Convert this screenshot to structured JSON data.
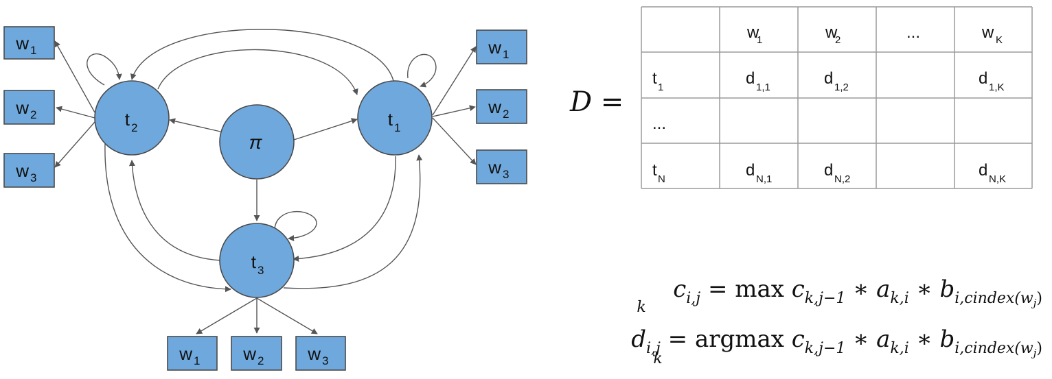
{
  "hmm": {
    "pi": "π",
    "states": [
      {
        "id": "t2",
        "base": "t",
        "sub": "2"
      },
      {
        "id": "t1",
        "base": "t",
        "sub": "1"
      },
      {
        "id": "t3",
        "base": "t",
        "sub": "3"
      }
    ],
    "emission_base": "w",
    "emission_subs": [
      "1",
      "2",
      "3"
    ]
  },
  "matrix": {
    "label": "D =",
    "header": [
      {
        "base": "",
        "sub": ""
      },
      {
        "base": "w",
        "sub": "1"
      },
      {
        "base": "w",
        "sub": "2"
      },
      {
        "base": "...",
        "sub": ""
      },
      {
        "base": "w",
        "sub": "K"
      }
    ],
    "rows": [
      [
        {
          "base": "t",
          "sub": "1"
        },
        {
          "base": "d",
          "sub": "1,1"
        },
        {
          "base": "d",
          "sub": "1,2"
        },
        {
          "base": "",
          "sub": ""
        },
        {
          "base": "d",
          "sub": "1,K"
        }
      ],
      [
        {
          "base": "...",
          "sub": ""
        },
        {
          "base": "",
          "sub": ""
        },
        {
          "base": "",
          "sub": ""
        },
        {
          "base": "",
          "sub": ""
        },
        {
          "base": "",
          "sub": ""
        }
      ],
      [
        {
          "base": "t",
          "sub": "N"
        },
        {
          "base": "d",
          "sub": "N,1"
        },
        {
          "base": "d",
          "sub": "N,2"
        },
        {
          "base": "",
          "sub": ""
        },
        {
          "base": "d",
          "sub": "N,K"
        }
      ]
    ]
  },
  "equations": {
    "c": {
      "lhs": "c",
      "lhs_sub": "i,j",
      "eq": "=",
      "op": "max",
      "op_sub": "k",
      "t1": "c",
      "t1_sub": "k,j−1",
      "times": "∗",
      "t2": "a",
      "t2_sub": "k,i",
      "t3": "b",
      "t3_sub": "i,cindex(w",
      "t3_subsub": "j",
      "t3_close": ")"
    },
    "d": {
      "lhs": "d",
      "lhs_sub": "i,j",
      "eq": "=",
      "op": "argmax",
      "op_sub": "k",
      "t1": "c",
      "t1_sub": "k,j−1",
      "times": "∗",
      "t2": "a",
      "t2_sub": "k,i",
      "t3": "b",
      "t3_sub": "i,cindex(w",
      "t3_subsub": "j",
      "t3_close": ")"
    }
  }
}
